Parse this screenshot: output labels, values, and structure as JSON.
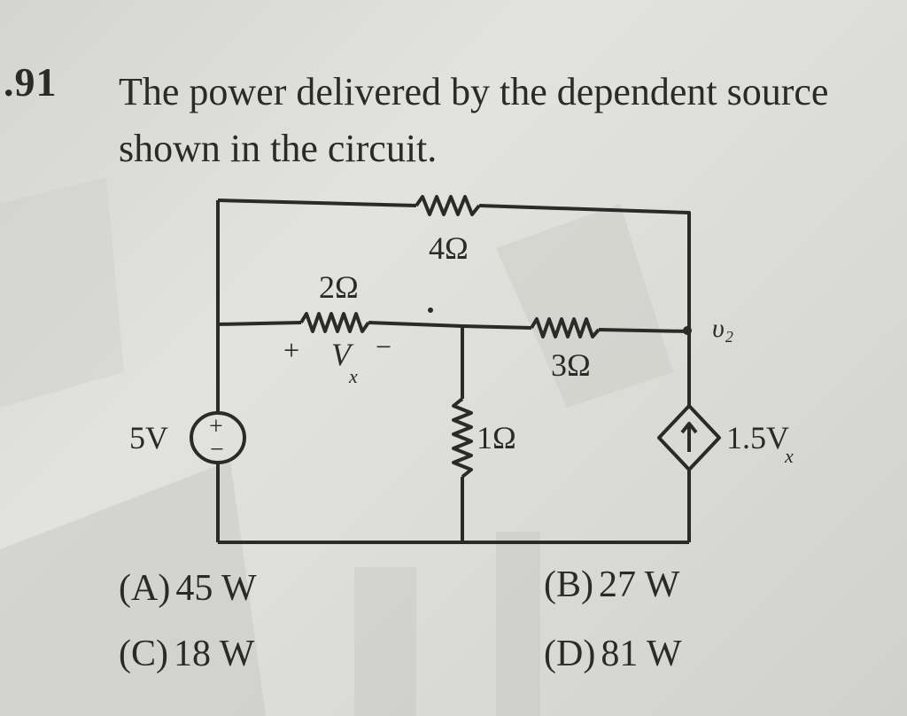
{
  "question": {
    "number": ".91",
    "text": "The power delivered by the dependent source shown in the circuit."
  },
  "circuit": {
    "resistor_top": "4Ω",
    "resistor_middle_left": "2Ω",
    "resistor_middle_right": "3Ω",
    "resistor_vertical": "1Ω",
    "voltage_source": "5V",
    "source_plus": "+",
    "source_minus": "−",
    "vx_plus": "+",
    "vx_label": "V",
    "vx_sub": "x",
    "vx_minus": "−",
    "dependent_source_label": "1.5V",
    "dependent_source_sub": "x",
    "node_note": "υ₂"
  },
  "options": [
    {
      "letter": "(A)",
      "value": "45 W"
    },
    {
      "letter": "(B)",
      "value": "27 W"
    },
    {
      "letter": "(C)",
      "value": "18 W"
    },
    {
      "letter": "(D)",
      "value": "81 W"
    }
  ]
}
